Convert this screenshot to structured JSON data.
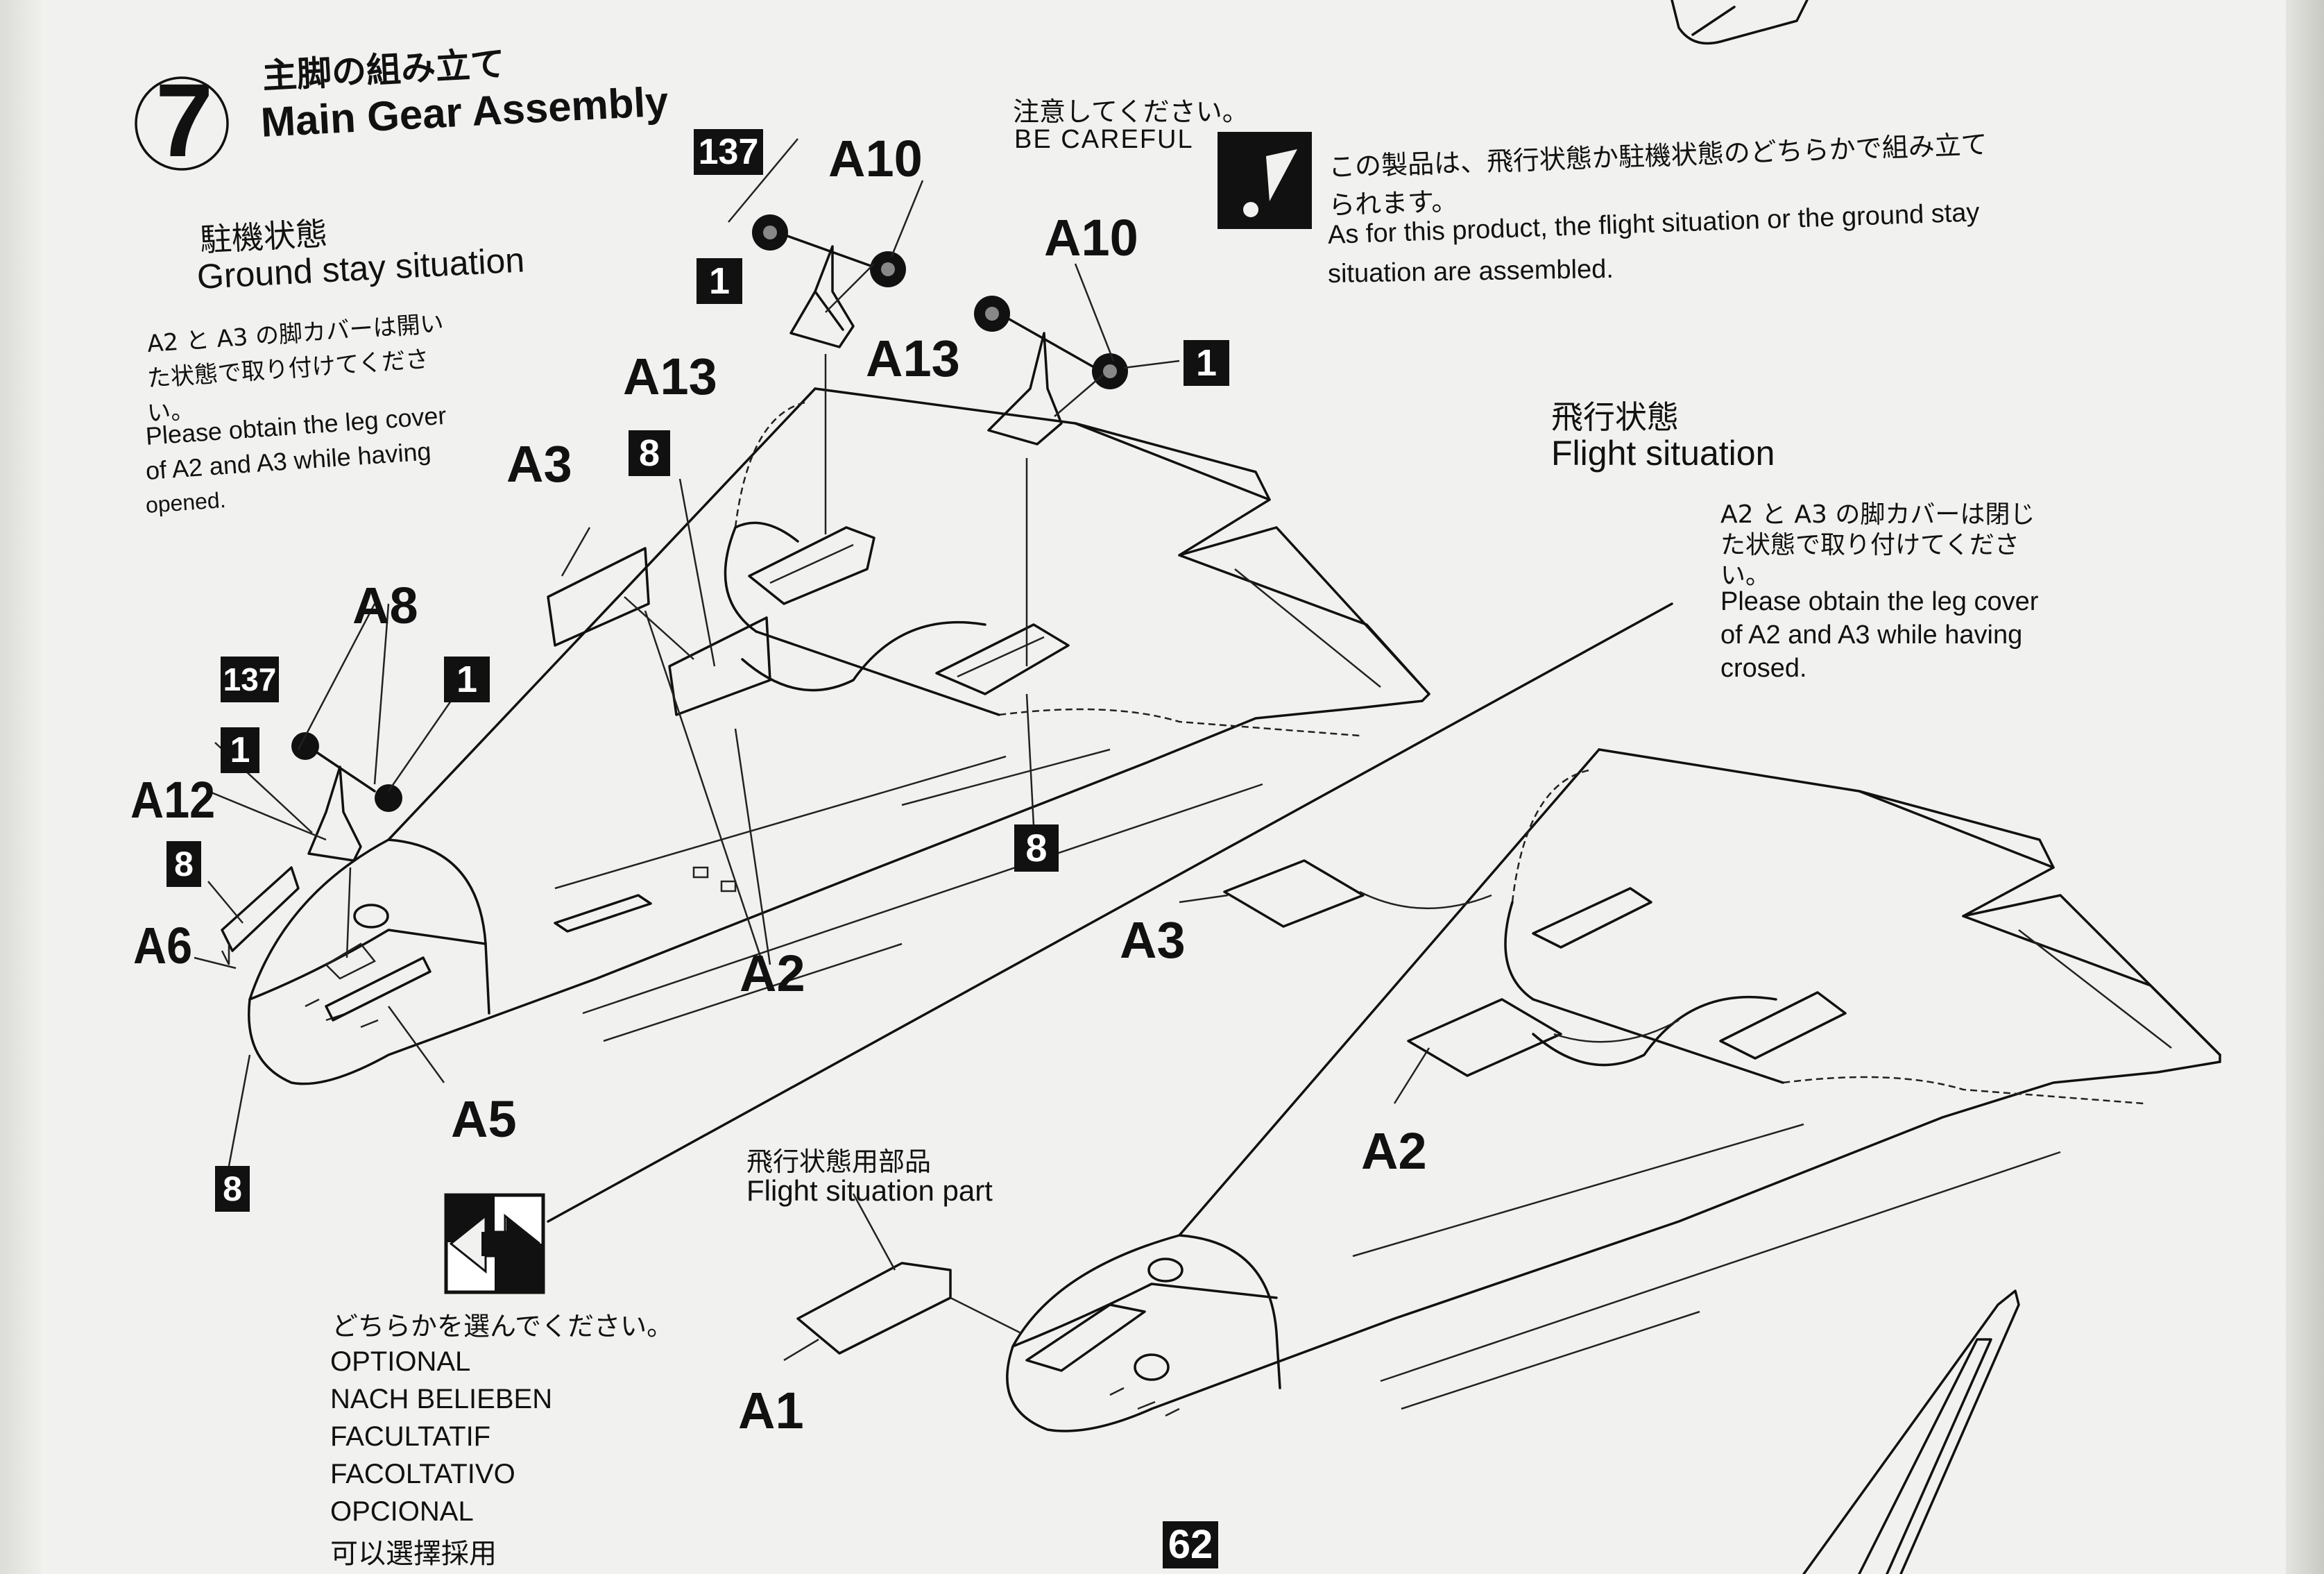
{
  "step": {
    "number": "7",
    "title_jp": "主脚の組み立て",
    "title_en": "Main Gear Assembly"
  },
  "caution": {
    "jp": "注意してください。",
    "en": "BE CAREFUL",
    "icon": "caution-icon",
    "note_jp_line1": "この製品は、飛行状態か駐機状態のどちらかで組み立て",
    "note_jp_line2": "られます。",
    "note_en_line1": "As for this product, the flight situation or the ground stay",
    "note_en_line2": "situation are assembled."
  },
  "ground": {
    "title_jp": "駐機状態",
    "title_en": "Ground stay situation",
    "note_jp_line1": "A2 と A3 の脚カバーは開い",
    "note_jp_line2": "た状態で取り付けてくださ",
    "note_jp_line3": "い。",
    "note_en_line1": "Please obtain the leg cover",
    "note_en_line2": "of A2 and A3 while having",
    "note_en_line3": "opened."
  },
  "flight": {
    "title_jp": "飛行状態",
    "title_en": "Flight situation",
    "note_jp_line1": "A2 と A3 の脚カバーは閉じ",
    "note_jp_line2": "た状態で取り付けてくださ",
    "note_jp_line3": "い。",
    "note_en_line1": "Please obtain the leg cover",
    "note_en_line2": "of A2 and A3 while having",
    "note_en_line3": "crosed.",
    "part_jp": "飛行状態用部品",
    "part_en": "Flight situation part"
  },
  "optional": {
    "icon": "optional-arrows-icon",
    "jp": "どちらかを選んでください。",
    "lines": [
      "OPTIONAL",
      "NACH BELIEBEN",
      "FACULTATIF",
      "FACOLTATIVO",
      "OPCIONAL",
      "可以選擇採用"
    ]
  },
  "part_labels": {
    "a10_left": "A10",
    "a10_right": "A10",
    "a13_left": "A13",
    "a13_right": "A13",
    "a3_ground": "A3",
    "a8": "A8",
    "a12": "A12",
    "a6": "A6",
    "a5": "A5",
    "a2_ground": "A2",
    "a3_flight": "A3",
    "a2_flight": "A2",
    "a1": "A1"
  },
  "color_codes": {
    "c137_top": "137",
    "c1_top": "1",
    "c1_right": "1",
    "c8_top": "8",
    "c8_bottom": "8",
    "c137_left": "137",
    "c1_left_upper": "1",
    "c1_left_lower": "1",
    "c8_left": "8",
    "c8_nose": "8"
  },
  "page_number": "62"
}
